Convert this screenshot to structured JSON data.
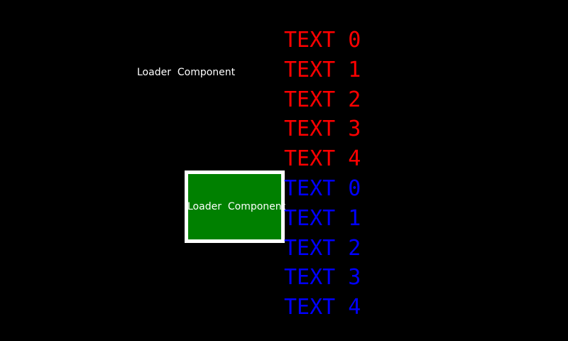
{
  "screen": {
    "background_color": "#000000"
  },
  "floating_label": {
    "text": "Loader  Component",
    "color": "#ffffff"
  },
  "loader_box": {
    "label": "Loader  Component",
    "fill_color": "#008000",
    "border_color": "#ffffff",
    "label_color": "#ffffff"
  },
  "text_list": {
    "items": [
      {
        "label": "TEXT 0",
        "color": "#ff0000"
      },
      {
        "label": "TEXT 1",
        "color": "#ff0000"
      },
      {
        "label": "TEXT 2",
        "color": "#ff0000"
      },
      {
        "label": "TEXT 3",
        "color": "#ff0000"
      },
      {
        "label": "TEXT 4",
        "color": "#ff0000"
      },
      {
        "label": "TEXT 0",
        "color": "#0000ff"
      },
      {
        "label": "TEXT 1",
        "color": "#0000ff"
      },
      {
        "label": "TEXT 2",
        "color": "#0000ff"
      },
      {
        "label": "TEXT 3",
        "color": "#0000ff"
      },
      {
        "label": "TEXT 4",
        "color": "#0000ff"
      }
    ]
  }
}
